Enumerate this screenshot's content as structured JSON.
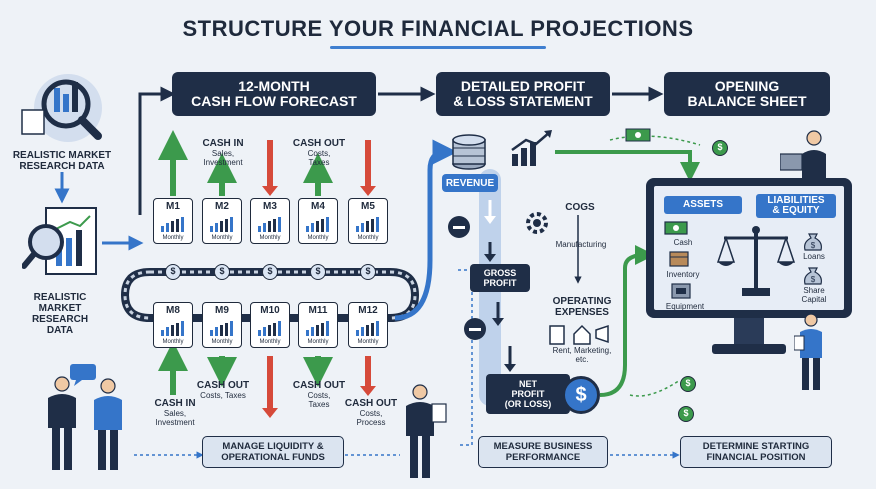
{
  "title": "Structure Your Financial Projections",
  "headers": {
    "cash_flow": [
      "12-Month",
      "Cash Flow Forecast"
    ],
    "pnl": [
      "Detailed Profit",
      "& Loss Statement"
    ],
    "balance": [
      "Opening",
      "Balance Sheet"
    ]
  },
  "research": {
    "top": [
      "Realistic Market",
      "Research Data"
    ],
    "bottom": [
      "Realistic",
      "Market",
      "Research",
      "Data"
    ]
  },
  "months_top": [
    "M1",
    "M2",
    "M3",
    "M4",
    "M5"
  ],
  "months_bottom": [
    "M8",
    "M9",
    "M10",
    "M11",
    "M12"
  ],
  "month_caption": "Monthly",
  "cash_in_top": {
    "title": "Cash In",
    "sub": [
      "Sales,",
      "Investment"
    ]
  },
  "cash_out_top": {
    "title": "Cash Out",
    "sub": [
      "Costs,",
      "Taxes"
    ]
  },
  "cash_out_bottom_left": {
    "title": "Cash Out",
    "sub": [
      "Costs, Taxes"
    ]
  },
  "cash_in_bottom": {
    "title": "Cash In",
    "sub": [
      "Sales,",
      "Investment"
    ]
  },
  "cash_out_bottom_mid": {
    "title": "Cash Out",
    "sub": [
      "Costs,",
      "Taxes"
    ]
  },
  "cash_out_bottom_right": {
    "title": "Cash Out",
    "sub": [
      "Costs,",
      "Process"
    ]
  },
  "pnl": {
    "revenue": "Revenue",
    "cogs": "COGS",
    "manufacturing": "Manufacturing",
    "gross_profit": [
      "Gross",
      "Profit"
    ],
    "operating_expenses": [
      "Operating",
      "Expenses"
    ],
    "opex_sub": [
      "Rent, Marketing,",
      "etc."
    ],
    "net_profit": [
      "Net",
      "Profit",
      "(or Loss)"
    ]
  },
  "balance": {
    "assets": "Assets",
    "liabilities": [
      "Liabilities",
      "& Equity"
    ],
    "cash": "Cash",
    "inventory": "Inventory",
    "equipment": "Equipment",
    "loans": "Loans",
    "share_capital": [
      "Share",
      "Capital"
    ]
  },
  "bottom_boxes": {
    "liquidity": [
      "Manage Liquidity &",
      "Operational Funds"
    ],
    "performance": [
      "Measure Business",
      "Performance"
    ],
    "position": [
      "Determine Starting",
      "Financial Position"
    ]
  },
  "colors": {
    "dark": "#1f2e47",
    "blue": "#3575c9",
    "green": "#3c9a4c",
    "red": "#d64a3a",
    "bg": "#eef2f7"
  }
}
